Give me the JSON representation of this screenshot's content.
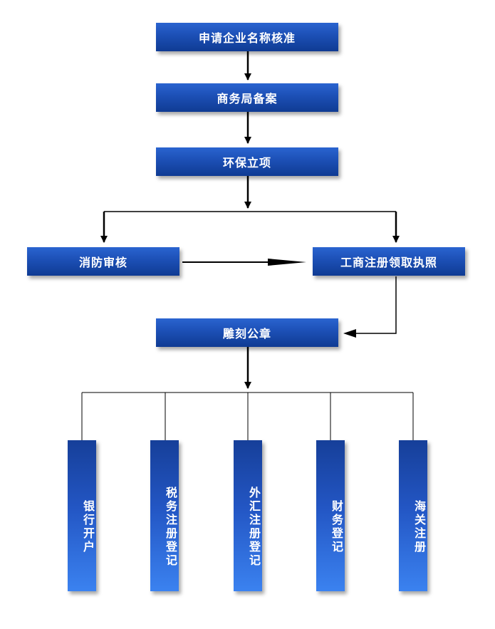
{
  "steps": {
    "name_approval": "申请企业名称核准",
    "commerce_filing": "商务局备案",
    "env_project": "环保立项",
    "fire_review": "消防审核",
    "business_license": "工商注册领取执照",
    "seal_carving": "雕刻公章"
  },
  "final_steps": [
    "银行开户",
    "税务注册登记",
    "外汇注册登记",
    "财务登记",
    "海关注册"
  ]
}
